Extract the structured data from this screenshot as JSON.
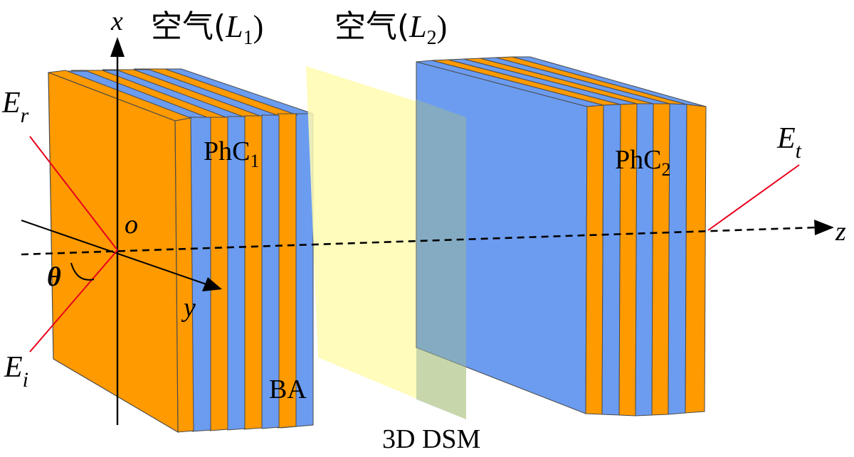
{
  "labels": {
    "air1_prefix": "空气(",
    "air1_var": "L",
    "air1_sub": "1",
    "air1_suffix": ")",
    "air2_prefix": "空气(",
    "air2_var": "L",
    "air2_sub": "2",
    "air2_suffix": ")",
    "axis_x": "x",
    "axis_y": "y",
    "axis_z": "z",
    "origin": "o",
    "theta": "θ",
    "er_main": "E",
    "er_sub": "r",
    "ei_main": "E",
    "ei_sub": "i",
    "et_main": "E",
    "et_sub": "t",
    "phc1_main": "PhC",
    "phc1_sub": "1",
    "phc2_main": "PhC",
    "phc2_sub": "2",
    "ba": "BA",
    "dsm": "3D DSM"
  },
  "colors": {
    "orange_layer": "#FF9A00",
    "blue_layer": "#6B9CF0",
    "dsm_sheet": "#FFFBB0",
    "ray": "#E8001C",
    "axis": "#000000"
  }
}
